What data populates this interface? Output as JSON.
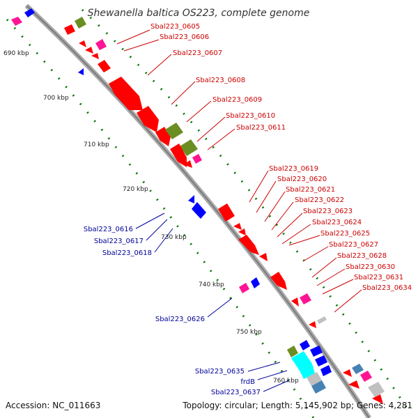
{
  "title": "Shewanella baltica OS223, complete genome",
  "footer": {
    "accession": "Accession: NC_011663",
    "topology": "Topology: circular; Length: 5,145,902 bp; Genes: 4,281"
  },
  "scale_labels": [
    "690 kbp",
    "700 kbp",
    "710 kbp",
    "720 kbp",
    "730 kbp",
    "740 kbp",
    "750 kbp",
    "760 kbp"
  ],
  "forward_labels": [
    "Sbal223_0605",
    "Sbal223_0606",
    "Sbal223_0607",
    "Sbal223_0608",
    "Sbal223_0609",
    "Sbal223_0610",
    "Sbal223_0611",
    "Sbal223_0619",
    "Sbal223_0620",
    "Sbal223_0621",
    "Sbal223_0622",
    "Sbal223_0623",
    "Sbal223_0624",
    "Sbal223_0625",
    "Sbal223_0627",
    "Sbal223_0628",
    "Sbal223_0630",
    "Sbal223_0631",
    "Sbal223_0634"
  ],
  "reverse_labels": [
    "Sbal223_0616",
    "Sbal223_0617",
    "Sbal223_0618",
    "Sbal223_0626",
    "Sbal223_0635",
    "frdB",
    "Sbal223_0637"
  ],
  "colors": {
    "forward_gene": "#ff0000",
    "reverse_gene": "#0000ff",
    "green_feature": "#6b8e23",
    "magenta_feature": "#ff1493",
    "cyan_feature": "#00ffff",
    "steelblue_feature": "#4682b4",
    "grey_feature": "#c0c0c0",
    "backbone": "#999999",
    "tick": "#007700",
    "forward_label": "#cc0000",
    "reverse_label": "#000099"
  }
}
